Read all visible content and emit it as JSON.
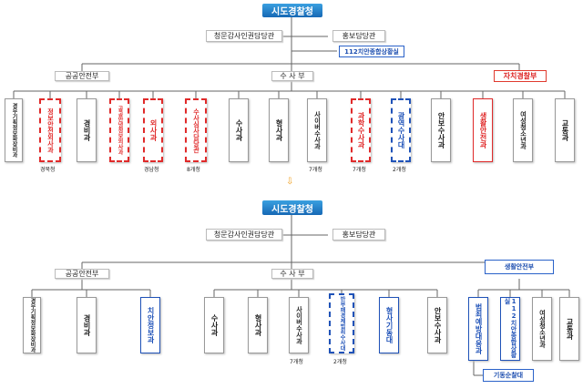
{
  "top": {
    "title": "시도경찰청",
    "staff_left": "청문감사인권담당관",
    "staff_right": "홍보담당관",
    "staff_extra": "112치안종합상황실",
    "groups": [
      "공공안전부",
      "수 사 부",
      "자치경찰부"
    ],
    "units": [
      {
        "label": "경무기획정보화장비과",
        "style": "plain"
      },
      {
        "label": "정보안전외사과",
        "style": "red"
      },
      {
        "label": "경비과",
        "style": "plain"
      },
      {
        "label": "공공안녕정보외사과",
        "style": "red"
      },
      {
        "label": "외사과",
        "style": "red"
      },
      {
        "label": "수사심사담당관",
        "style": "red"
      },
      {
        "label": "수사과",
        "style": "plain"
      },
      {
        "label": "형사과",
        "style": "plain"
      },
      {
        "label": "사이버수사과",
        "style": "plain"
      },
      {
        "label": "과학수사과",
        "style": "red"
      },
      {
        "label": "광역수사대",
        "style": "blue"
      },
      {
        "label": "안보수사과",
        "style": "plain"
      },
      {
        "label": "생활안전과",
        "style": "redsolid"
      },
      {
        "label": "여성청소년과",
        "style": "plain"
      },
      {
        "label": "교통과",
        "style": "plain"
      }
    ],
    "notes": [
      "경북청",
      "경남청",
      "8개청",
      "7개청",
      "7개청",
      "2개청"
    ]
  },
  "bottom": {
    "title": "시도경찰청",
    "staff_left": "청문감사인권담당관",
    "staff_right": "홍보담당관",
    "groups": [
      "공공안전부",
      "수 사 부",
      "생활안전부"
    ],
    "units": [
      {
        "label": "경무기획정보화장비과",
        "style": "plain"
      },
      {
        "label": "경비과",
        "style": "plain"
      },
      {
        "label": "치안정보과",
        "style": "blues"
      },
      {
        "label": "수사과",
        "style": "plain"
      },
      {
        "label": "형사과",
        "style": "plain"
      },
      {
        "label": "사이버수사과",
        "style": "plain"
      },
      {
        "label": "반부패경제범죄수사대",
        "style": "blue"
      },
      {
        "label": "형사기동대",
        "style": "blues"
      },
      {
        "label": "안보수사과",
        "style": "plain"
      },
      {
        "label": "범죄예방대응과",
        "style": "blues"
      },
      {
        "label": "112치안종합상황실",
        "style": "blues"
      },
      {
        "label": "여성청소년과",
        "style": "plain"
      },
      {
        "label": "교통과",
        "style": "plain"
      }
    ],
    "notes": [
      "7개청",
      "2개청"
    ],
    "sub_unit": "기동순찰대"
  },
  "colors": {
    "header_blue": "#1668b5",
    "red": "#e02a2a",
    "blue": "#1f52b8",
    "arrow": "#f0a020"
  }
}
